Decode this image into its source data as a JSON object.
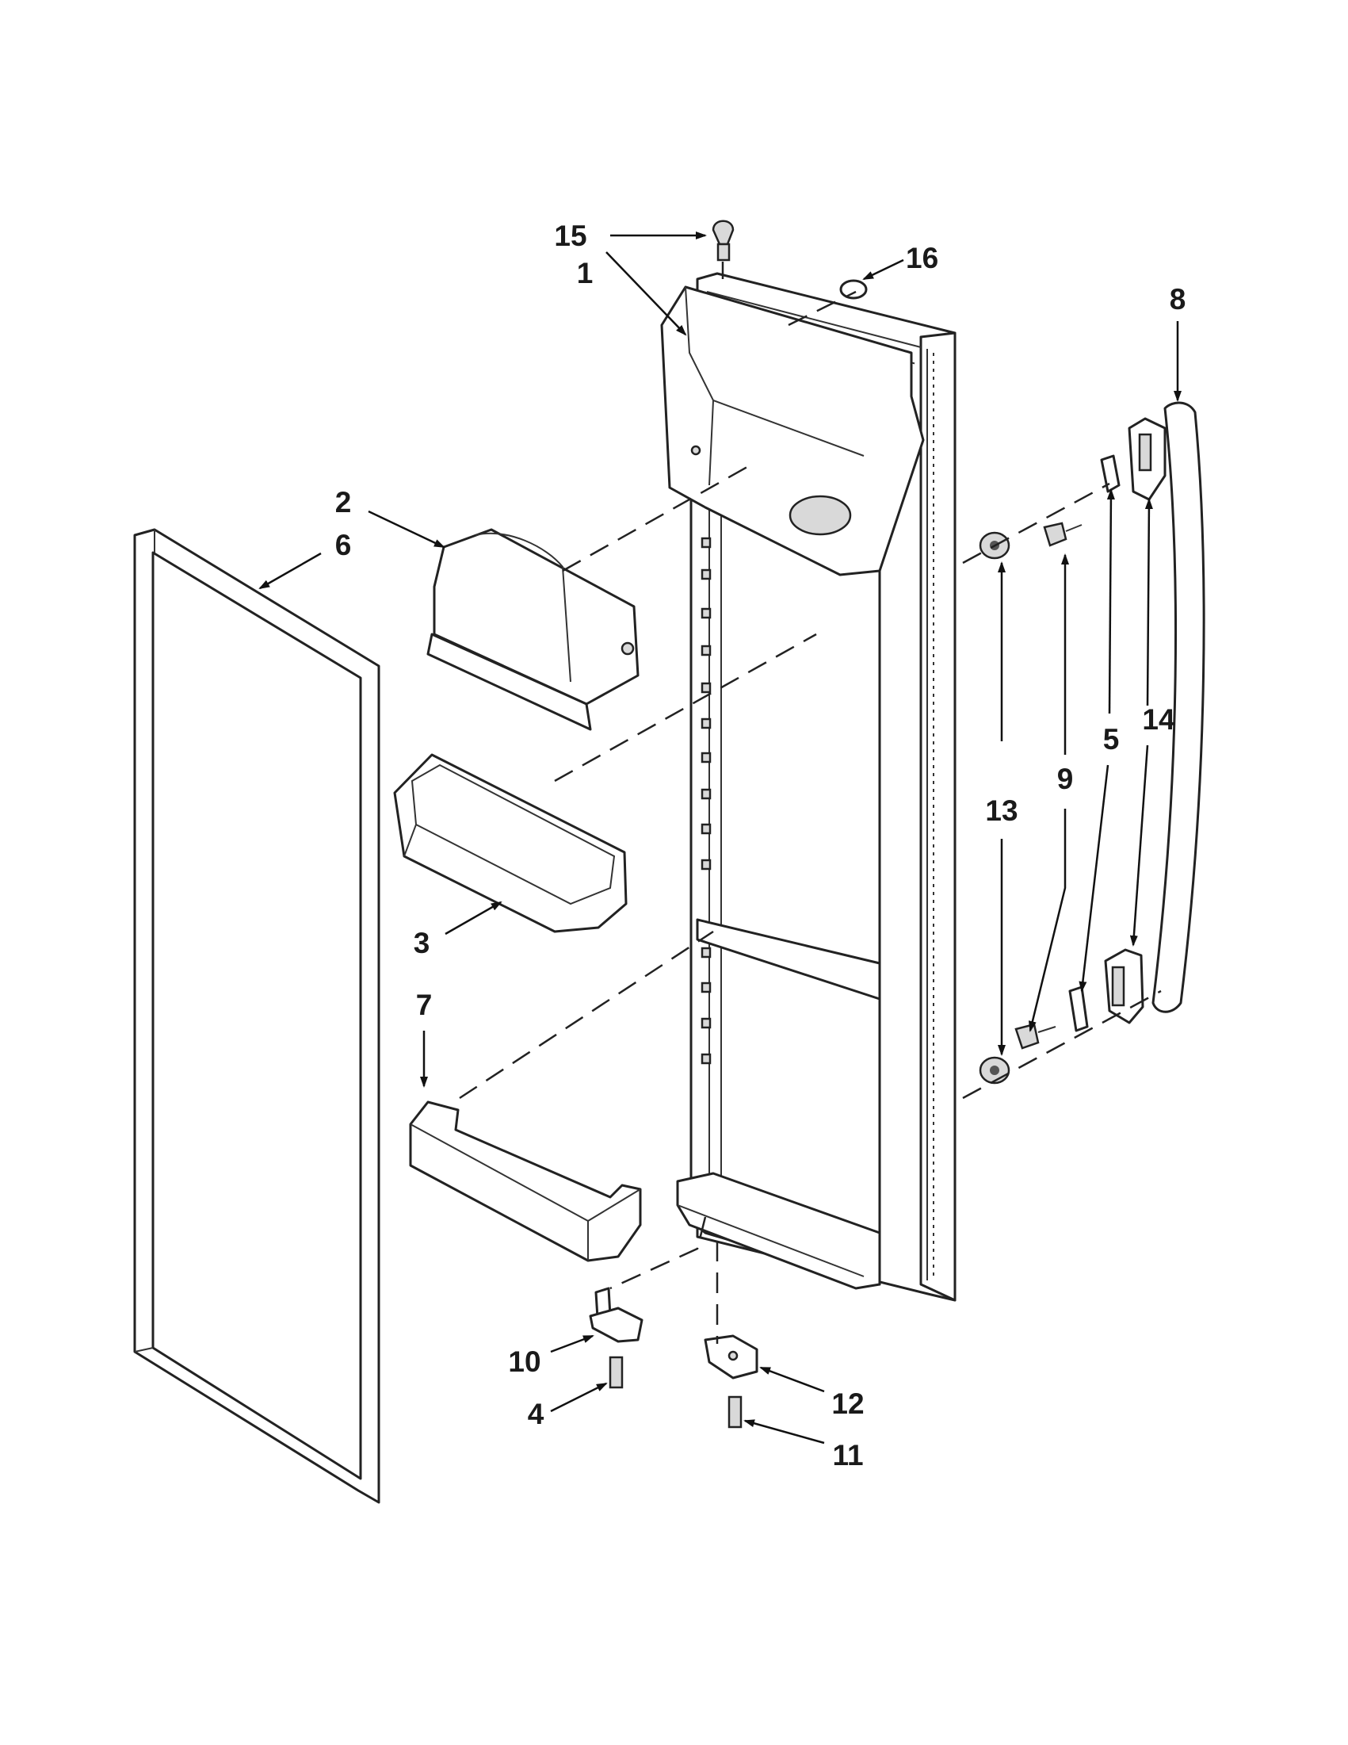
{
  "callouts": [
    {
      "id": "1",
      "text": "1"
    },
    {
      "id": "2",
      "text": "2"
    },
    {
      "id": "3",
      "text": "3"
    },
    {
      "id": "4",
      "text": "4"
    },
    {
      "id": "5a",
      "text": "5"
    },
    {
      "id": "5b",
      "text": "5"
    },
    {
      "id": "6",
      "text": "6"
    },
    {
      "id": "7",
      "text": "7"
    },
    {
      "id": "8",
      "text": "8"
    },
    {
      "id": "9a",
      "text": "9"
    },
    {
      "id": "9b",
      "text": "9"
    },
    {
      "id": "10",
      "text": "10"
    },
    {
      "id": "11",
      "text": "11"
    },
    {
      "id": "12",
      "text": "12"
    },
    {
      "id": "13a",
      "text": "13"
    },
    {
      "id": "13b",
      "text": "13"
    },
    {
      "id": "14a",
      "text": "14"
    },
    {
      "id": "14b",
      "text": "14"
    },
    {
      "id": "15",
      "text": "15"
    },
    {
      "id": "16",
      "text": "16"
    }
  ]
}
